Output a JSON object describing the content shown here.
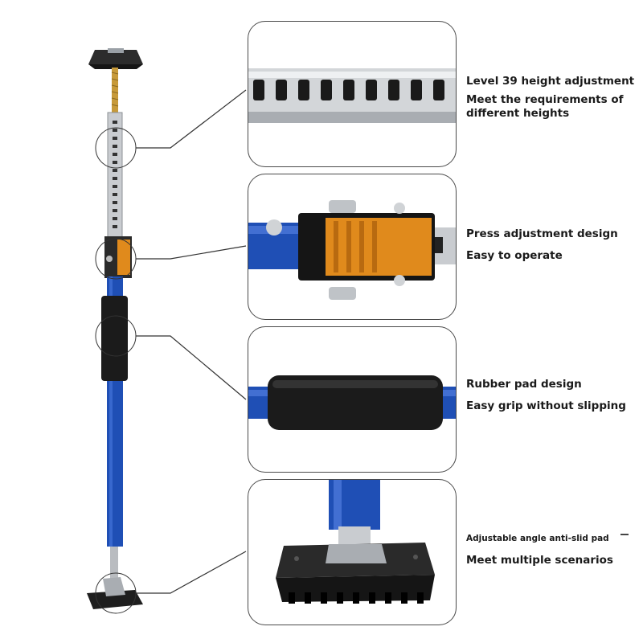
{
  "features": [
    {
      "title": "Level 39 height adjustment",
      "desc": "Meet the requirements of\ndifferent heights"
    },
    {
      "title": "Press adjustment design",
      "desc": "Easy to operate"
    },
    {
      "title": "Rubber pad design",
      "desc": "Easy grip without slipping"
    },
    {
      "title": "Adjustable angle anti-slid pad",
      "desc": "Meet multiple scenarios"
    }
  ],
  "colors": {
    "pole_blue": "#1f4fb5",
    "steel": "#c9ccd0",
    "ratchet_orange": "#e08a1c",
    "rubber": "#1b1b1b",
    "outline": "#4a4a4a"
  }
}
